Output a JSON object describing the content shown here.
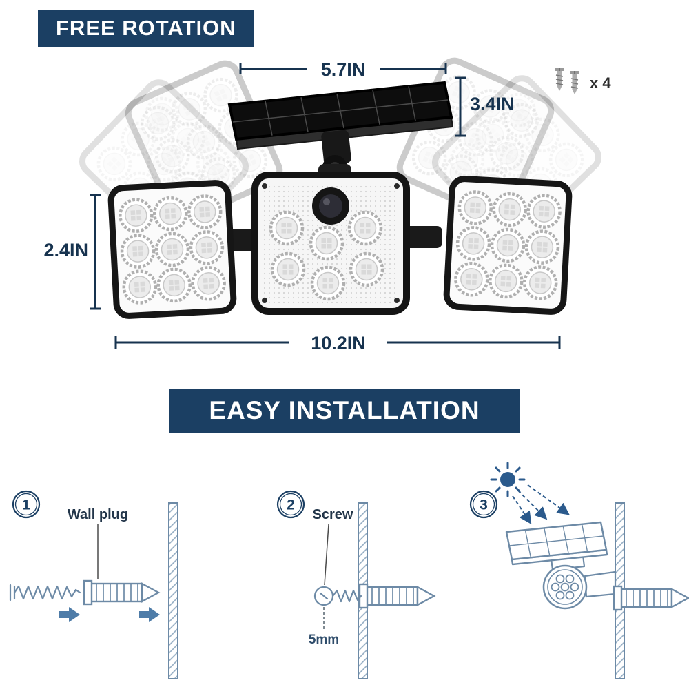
{
  "colors": {
    "brand_navy": "#1b3f63",
    "dimension_text": "#17334f",
    "line_art_blue": "#6d8aa6",
    "arrow_blue": "#4e7ca8",
    "sun_blue": "#2b5a8c"
  },
  "header": {
    "free_rotation_label": "FREE ROTATION"
  },
  "product": {
    "dimensions": {
      "solar_panel_width": "5.7IN",
      "solar_panel_height": "3.4IN",
      "side_head_height": "2.4IN",
      "total_width": "10.2IN"
    },
    "hardware": {
      "screws_count": "x 4"
    }
  },
  "installation": {
    "banner_label": "EASY INSTALLATION",
    "steps": [
      {
        "number": "1",
        "label": "Wall plug"
      },
      {
        "number": "2",
        "label": "Screw",
        "depth_note": "5mm"
      },
      {
        "number": "3"
      }
    ]
  }
}
